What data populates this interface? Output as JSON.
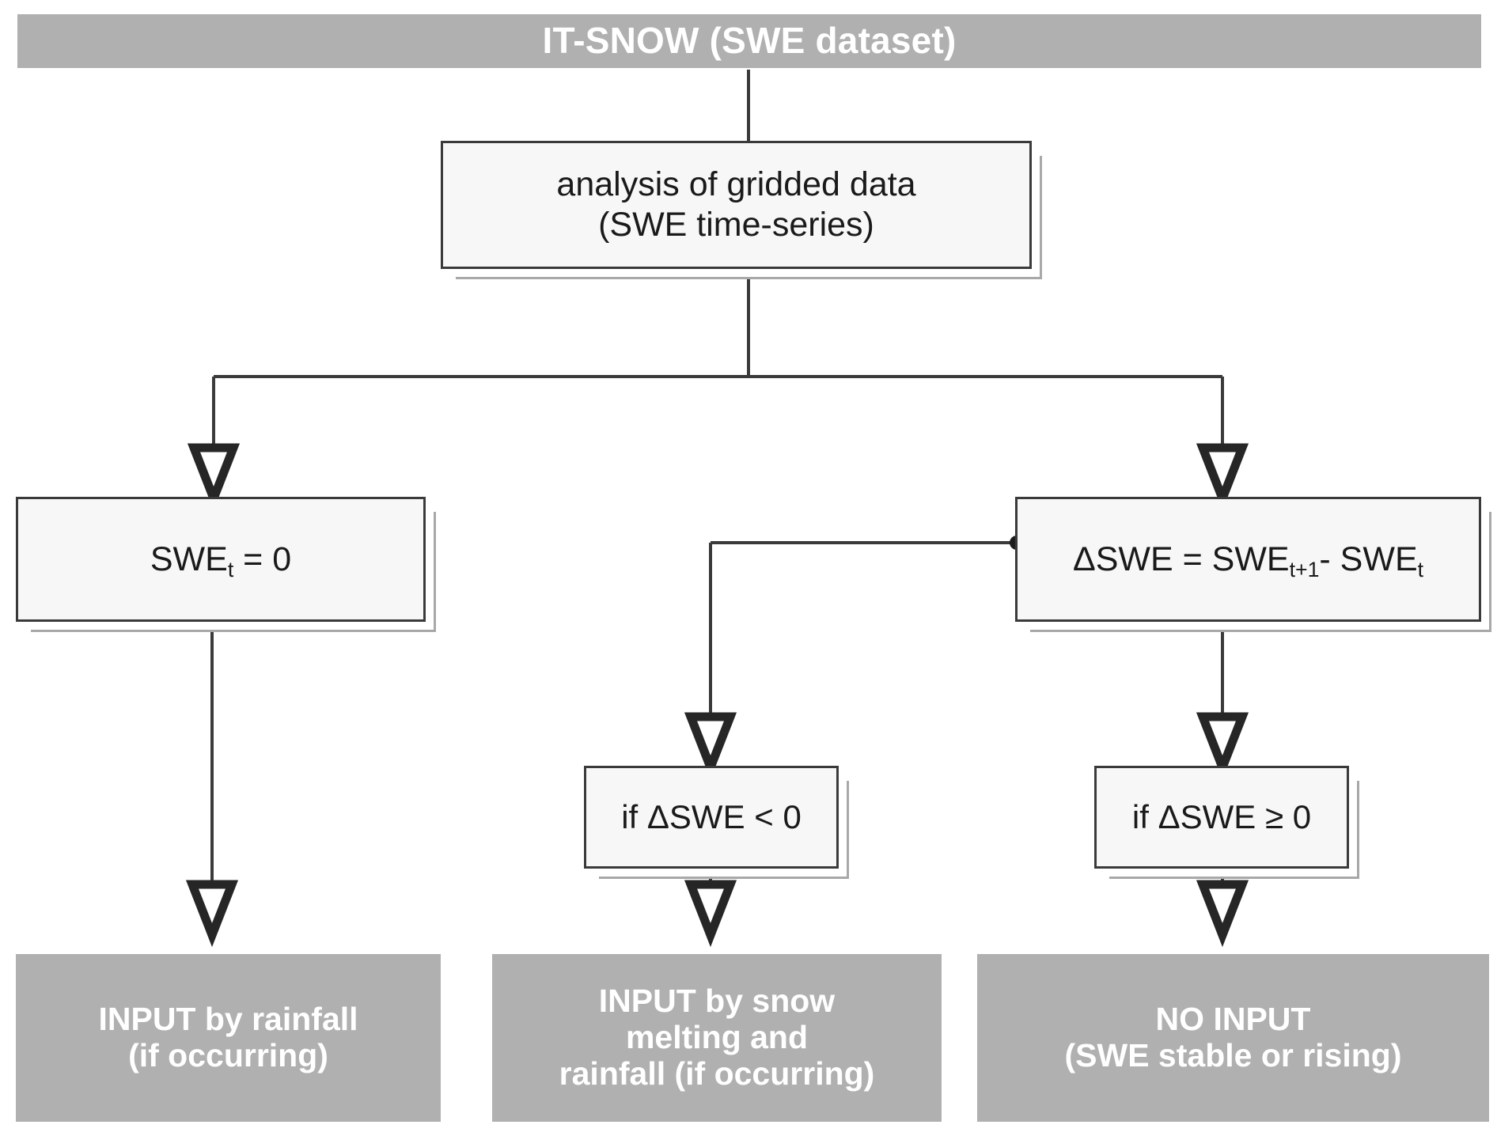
{
  "diagram": {
    "title": "IT-SNOW (SWE dataset)",
    "colors": {
      "gray_fill": "#b0b0b0",
      "light_fill": "#f7f7f7",
      "border": "#3a3a3a",
      "shadow": "#a8a8a8",
      "text_on_gray": "#ffffff",
      "text_on_light": "#1a1a1a"
    },
    "nodes": {
      "header": {
        "label": "IT-SNOW (SWE dataset)",
        "type": "terminal"
      },
      "analysis": {
        "line1": "analysis of gridded data",
        "line2": "(SWE time-series)",
        "type": "process"
      },
      "swe_zero": {
        "prefix": "SWE",
        "subscript": "t",
        "suffix": " = 0",
        "type": "process"
      },
      "delta_swe": {
        "part1": "ΔSWE = SWE",
        "sub1": "t+1",
        "part2": "- SWE",
        "sub2": "t",
        "type": "process"
      },
      "cond_negative": {
        "label": "if ΔSWE < 0",
        "type": "decision"
      },
      "cond_nonneg": {
        "label": "if ΔSWE ≥ 0",
        "type": "decision"
      },
      "out_rainfall": {
        "line1": "INPUT by rainfall",
        "line2": "(if occurring)",
        "type": "terminal"
      },
      "out_snowmelt": {
        "line1": "INPUT by snow",
        "line2": "melting and",
        "line3": "rainfall (if occurring)",
        "type": "terminal"
      },
      "out_noinput": {
        "line1": "NO INPUT",
        "line2": "(SWE stable or rising)",
        "type": "terminal"
      }
    },
    "edges": [
      {
        "from": "header",
        "to": "analysis"
      },
      {
        "from": "analysis",
        "to": "swe_zero"
      },
      {
        "from": "analysis",
        "to": "delta_swe"
      },
      {
        "from": "swe_zero",
        "to": "out_rainfall"
      },
      {
        "from": "delta_swe",
        "to": "cond_negative"
      },
      {
        "from": "delta_swe",
        "to": "cond_nonneg"
      },
      {
        "from": "cond_negative",
        "to": "out_snowmelt"
      },
      {
        "from": "cond_nonneg",
        "to": "out_noinput"
      }
    ]
  }
}
